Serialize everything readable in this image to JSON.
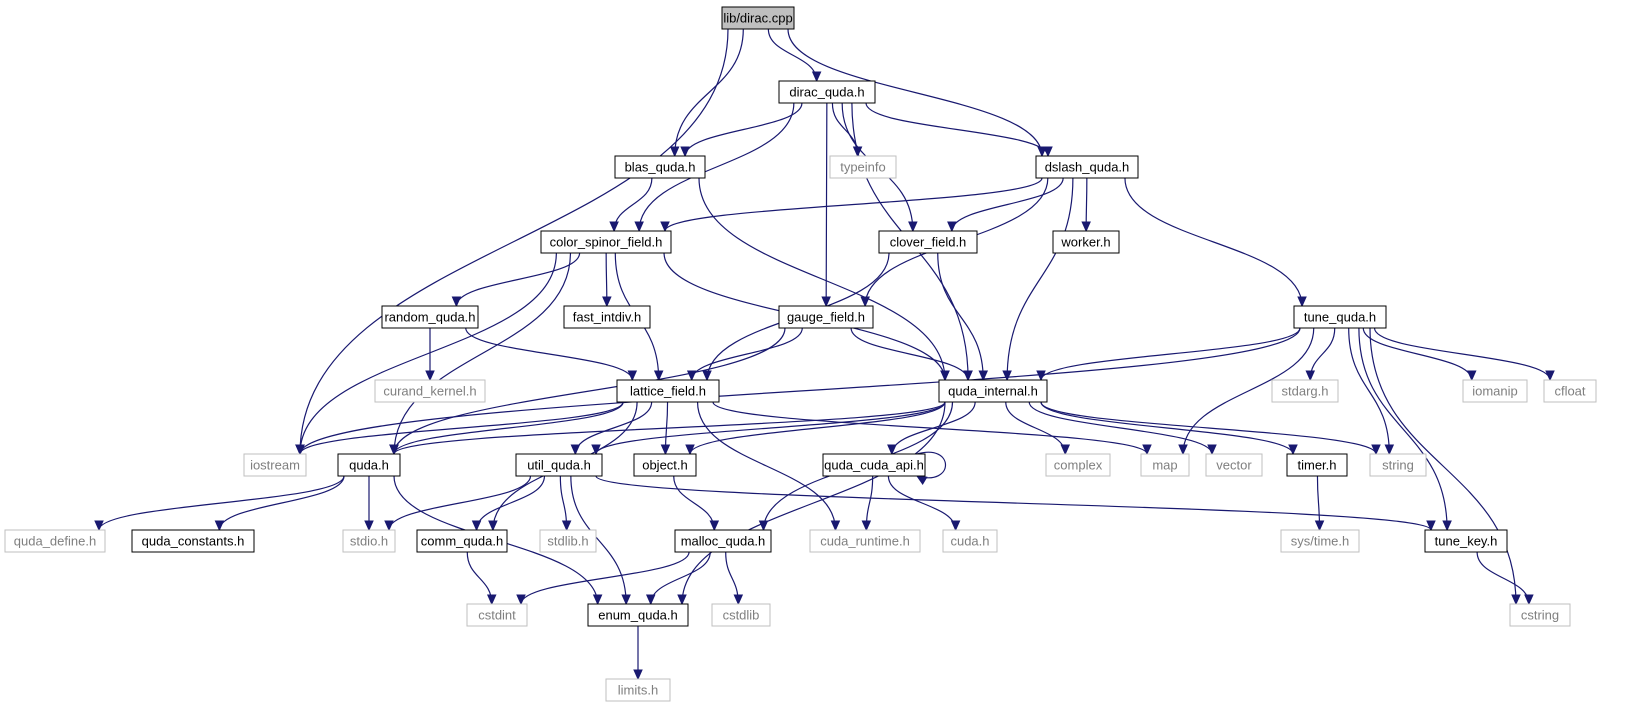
{
  "colors": {
    "edge": "#191970",
    "root_fill": "#bfbfbf",
    "local_border": "#000000",
    "external_border": "#bfbfbf",
    "external_text": "#7f7f7f",
    "text": "#000000"
  },
  "nodes": [
    {
      "id": "dirac_cpp",
      "label": "lib/dirac.cpp",
      "kind": "root"
    },
    {
      "id": "dirac_quda",
      "label": "dirac_quda.h",
      "kind": "local"
    },
    {
      "id": "blas_quda",
      "label": "blas_quda.h",
      "kind": "local"
    },
    {
      "id": "typeinfo",
      "label": "typeinfo",
      "kind": "external"
    },
    {
      "id": "dslash_quda",
      "label": "dslash_quda.h",
      "kind": "local"
    },
    {
      "id": "color_spinor_field",
      "label": "color_spinor_field.h",
      "kind": "local"
    },
    {
      "id": "clover_field",
      "label": "clover_field.h",
      "kind": "local"
    },
    {
      "id": "worker",
      "label": "worker.h",
      "kind": "local"
    },
    {
      "id": "random_quda",
      "label": "random_quda.h",
      "kind": "local"
    },
    {
      "id": "fast_intdiv",
      "label": "fast_intdiv.h",
      "kind": "local"
    },
    {
      "id": "gauge_field",
      "label": "gauge_field.h",
      "kind": "local"
    },
    {
      "id": "tune_quda",
      "label": "tune_quda.h",
      "kind": "local"
    },
    {
      "id": "curand_kernel",
      "label": "curand_kernel.h",
      "kind": "external"
    },
    {
      "id": "lattice_field",
      "label": "lattice_field.h",
      "kind": "local"
    },
    {
      "id": "quda_internal",
      "label": "quda_internal.h",
      "kind": "local"
    },
    {
      "id": "stdarg",
      "label": "stdarg.h",
      "kind": "external"
    },
    {
      "id": "iomanip",
      "label": "iomanip",
      "kind": "external"
    },
    {
      "id": "cfloat",
      "label": "cfloat",
      "kind": "external"
    },
    {
      "id": "iostream",
      "label": "iostream",
      "kind": "external"
    },
    {
      "id": "quda_h",
      "label": "quda.h",
      "kind": "local"
    },
    {
      "id": "util_quda",
      "label": "util_quda.h",
      "kind": "local"
    },
    {
      "id": "object_h",
      "label": "object.h",
      "kind": "local"
    },
    {
      "id": "quda_cuda_api",
      "label": "quda_cuda_api.h",
      "kind": "local"
    },
    {
      "id": "complex",
      "label": "complex",
      "kind": "external"
    },
    {
      "id": "map",
      "label": "map",
      "kind": "external"
    },
    {
      "id": "vector",
      "label": "vector",
      "kind": "external"
    },
    {
      "id": "timer_h",
      "label": "timer.h",
      "kind": "local"
    },
    {
      "id": "string",
      "label": "string",
      "kind": "external"
    },
    {
      "id": "quda_define",
      "label": "quda_define.h",
      "kind": "external"
    },
    {
      "id": "quda_constants",
      "label": "quda_constants.h",
      "kind": "local"
    },
    {
      "id": "stdio",
      "label": "stdio.h",
      "kind": "external"
    },
    {
      "id": "comm_quda",
      "label": "comm_quda.h",
      "kind": "local"
    },
    {
      "id": "stdlib",
      "label": "stdlib.h",
      "kind": "external"
    },
    {
      "id": "malloc_quda",
      "label": "malloc_quda.h",
      "kind": "local"
    },
    {
      "id": "cuda_runtime",
      "label": "cuda_runtime.h",
      "kind": "external"
    },
    {
      "id": "cuda_h",
      "label": "cuda.h",
      "kind": "external"
    },
    {
      "id": "sys_time",
      "label": "sys/time.h",
      "kind": "external"
    },
    {
      "id": "tune_key",
      "label": "tune_key.h",
      "kind": "local"
    },
    {
      "id": "cstdint",
      "label": "cstdint",
      "kind": "external"
    },
    {
      "id": "enum_quda",
      "label": "enum_quda.h",
      "kind": "local"
    },
    {
      "id": "cstdlib",
      "label": "cstdlib",
      "kind": "external"
    },
    {
      "id": "cstring",
      "label": "cstring",
      "kind": "external"
    },
    {
      "id": "limits",
      "label": "limits.h",
      "kind": "external"
    }
  ],
  "edges": [
    {
      "from": "dirac_cpp",
      "to": "iostream"
    },
    {
      "from": "dirac_cpp",
      "to": "blas_quda"
    },
    {
      "from": "dirac_cpp",
      "to": "dirac_quda"
    },
    {
      "from": "dirac_cpp",
      "to": "dslash_quda"
    },
    {
      "from": "dirac_quda",
      "to": "blas_quda"
    },
    {
      "from": "dirac_quda",
      "to": "typeinfo"
    },
    {
      "from": "dirac_quda",
      "to": "dslash_quda"
    },
    {
      "from": "dirac_quda",
      "to": "color_spinor_field"
    },
    {
      "from": "dirac_quda",
      "to": "clover_field"
    },
    {
      "from": "dirac_quda",
      "to": "gauge_field"
    },
    {
      "from": "dirac_quda",
      "to": "quda_internal"
    },
    {
      "from": "blas_quda",
      "to": "color_spinor_field"
    },
    {
      "from": "blas_quda",
      "to": "quda_internal"
    },
    {
      "from": "dslash_quda",
      "to": "color_spinor_field"
    },
    {
      "from": "dslash_quda",
      "to": "gauge_field"
    },
    {
      "from": "dslash_quda",
      "to": "clover_field"
    },
    {
      "from": "dslash_quda",
      "to": "worker"
    },
    {
      "from": "dslash_quda",
      "to": "quda_internal"
    },
    {
      "from": "dslash_quda",
      "to": "tune_quda"
    },
    {
      "from": "color_spinor_field",
      "to": "iostream"
    },
    {
      "from": "color_spinor_field",
      "to": "quda_h"
    },
    {
      "from": "color_spinor_field",
      "to": "random_quda"
    },
    {
      "from": "color_spinor_field",
      "to": "fast_intdiv"
    },
    {
      "from": "color_spinor_field",
      "to": "lattice_field"
    },
    {
      "from": "color_spinor_field",
      "to": "quda_internal"
    },
    {
      "from": "clover_field",
      "to": "lattice_field"
    },
    {
      "from": "clover_field",
      "to": "quda_internal"
    },
    {
      "from": "random_quda",
      "to": "curand_kernel"
    },
    {
      "from": "random_quda",
      "to": "lattice_field"
    },
    {
      "from": "gauge_field",
      "to": "quda_h"
    },
    {
      "from": "gauge_field",
      "to": "lattice_field"
    },
    {
      "from": "gauge_field",
      "to": "quda_internal"
    },
    {
      "from": "tune_quda",
      "to": "iostream"
    },
    {
      "from": "tune_quda",
      "to": "quda_internal"
    },
    {
      "from": "tune_quda",
      "to": "map"
    },
    {
      "from": "tune_quda",
      "to": "stdarg"
    },
    {
      "from": "tune_quda",
      "to": "string"
    },
    {
      "from": "tune_quda",
      "to": "tune_key"
    },
    {
      "from": "tune_quda",
      "to": "iomanip"
    },
    {
      "from": "tune_quda",
      "to": "cfloat"
    },
    {
      "from": "tune_quda",
      "to": "cstring"
    },
    {
      "from": "lattice_field",
      "to": "iostream"
    },
    {
      "from": "lattice_field",
      "to": "quda_h"
    },
    {
      "from": "lattice_field",
      "to": "util_quda"
    },
    {
      "from": "lattice_field",
      "to": "object_h"
    },
    {
      "from": "lattice_field",
      "to": "comm_quda"
    },
    {
      "from": "lattice_field",
      "to": "cuda_runtime"
    },
    {
      "from": "lattice_field",
      "to": "map"
    },
    {
      "from": "quda_internal",
      "to": "quda_h"
    },
    {
      "from": "quda_internal",
      "to": "util_quda"
    },
    {
      "from": "quda_internal",
      "to": "object_h"
    },
    {
      "from": "quda_internal",
      "to": "quda_cuda_api"
    },
    {
      "from": "quda_internal",
      "to": "malloc_quda"
    },
    {
      "from": "quda_internal",
      "to": "enum_quda"
    },
    {
      "from": "quda_internal",
      "to": "complex"
    },
    {
      "from": "quda_internal",
      "to": "vector"
    },
    {
      "from": "quda_internal",
      "to": "timer_h"
    },
    {
      "from": "quda_internal",
      "to": "string"
    },
    {
      "from": "quda_h",
      "to": "quda_define"
    },
    {
      "from": "quda_h",
      "to": "quda_constants"
    },
    {
      "from": "quda_h",
      "to": "stdio"
    },
    {
      "from": "quda_h",
      "to": "enum_quda"
    },
    {
      "from": "util_quda",
      "to": "stdio"
    },
    {
      "from": "util_quda",
      "to": "comm_quda"
    },
    {
      "from": "util_quda",
      "to": "stdlib"
    },
    {
      "from": "util_quda",
      "to": "enum_quda"
    },
    {
      "from": "util_quda",
      "to": "tune_key"
    },
    {
      "from": "object_h",
      "to": "malloc_quda"
    },
    {
      "from": "quda_cuda_api",
      "to": "quda_cuda_api"
    },
    {
      "from": "quda_cuda_api",
      "to": "cuda_runtime"
    },
    {
      "from": "quda_cuda_api",
      "to": "cuda_h"
    },
    {
      "from": "timer_h",
      "to": "sys_time"
    },
    {
      "from": "comm_quda",
      "to": "cstdint"
    },
    {
      "from": "malloc_quda",
      "to": "cstdint"
    },
    {
      "from": "malloc_quda",
      "to": "enum_quda"
    },
    {
      "from": "malloc_quda",
      "to": "cstdlib"
    },
    {
      "from": "tune_key",
      "to": "cstring"
    },
    {
      "from": "enum_quda",
      "to": "limits"
    }
  ]
}
